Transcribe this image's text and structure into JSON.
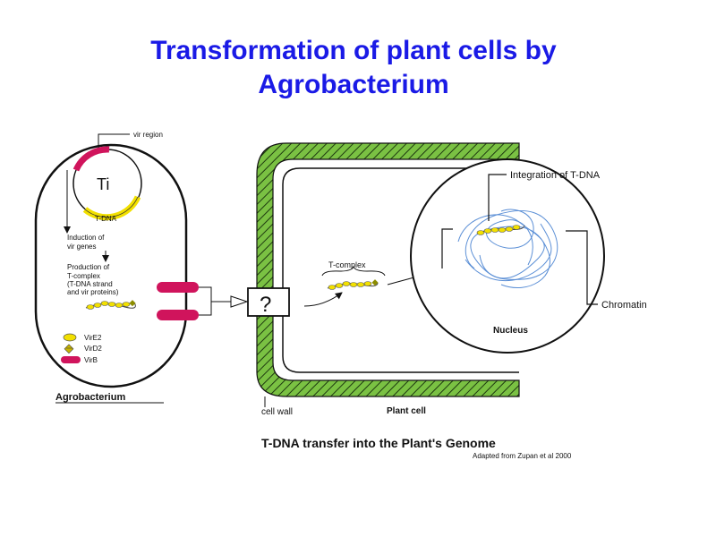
{
  "title": {
    "line1": "Transformation of plant cells by",
    "line2": "Agrobacterium"
  },
  "bacterium": {
    "vir_region": "vir region",
    "plasmid": "Ti",
    "tdna": "T-DNA",
    "induction": [
      "Induction of",
      "vir genes"
    ],
    "production": [
      "Production of",
      "T-complex",
      "(T-DNA strand",
      "and vir proteins)"
    ],
    "legend": [
      "VirE2",
      "VirD2",
      "VirB"
    ],
    "label": "Agrobacterium"
  },
  "transfer": {
    "question": "?",
    "tcomplex": "T-complex"
  },
  "plant": {
    "integration": "Integration of T-DNA",
    "chromatin": "Chromatin",
    "nucleus": "Nucleus",
    "cell_wall": "cell wall",
    "plant_cell": "Plant cell"
  },
  "caption": {
    "main": "T-DNA transfer into the Plant's Genome",
    "credit": "Adapted from Zupan et al 2000"
  },
  "colors": {
    "title": "#1a1ae6",
    "vir": "#d0145c",
    "tdna": "#f2e000",
    "wall": "#7ac143"
  }
}
